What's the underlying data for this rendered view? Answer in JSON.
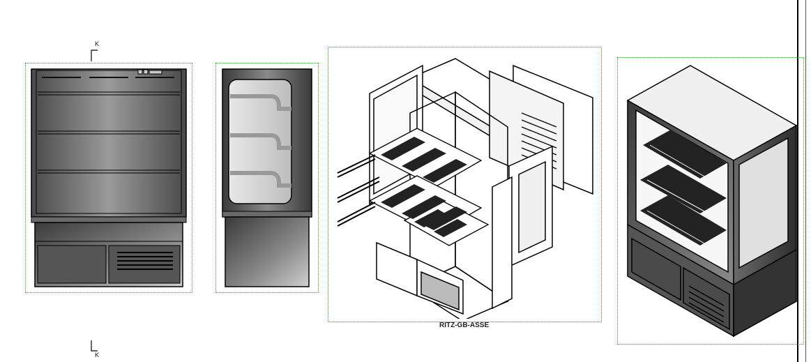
{
  "views": {
    "front": {
      "name": "front-elevation"
    },
    "side": {
      "name": "side-elevation"
    },
    "exploded": {
      "name": "exploded-isometric",
      "caption": "RITZ-GB-ASSE"
    },
    "isometric": {
      "name": "assembled-isometric"
    }
  },
  "section_marker": {
    "label_top": "K",
    "label_bottom": "K"
  },
  "colors": {
    "frame_dotted": "#3f8f3f",
    "steel_dark": "#3a3a3a",
    "steel_mid": "#7a7a7a",
    "steel_light": "#cfcfcf",
    "line": "#000000"
  }
}
